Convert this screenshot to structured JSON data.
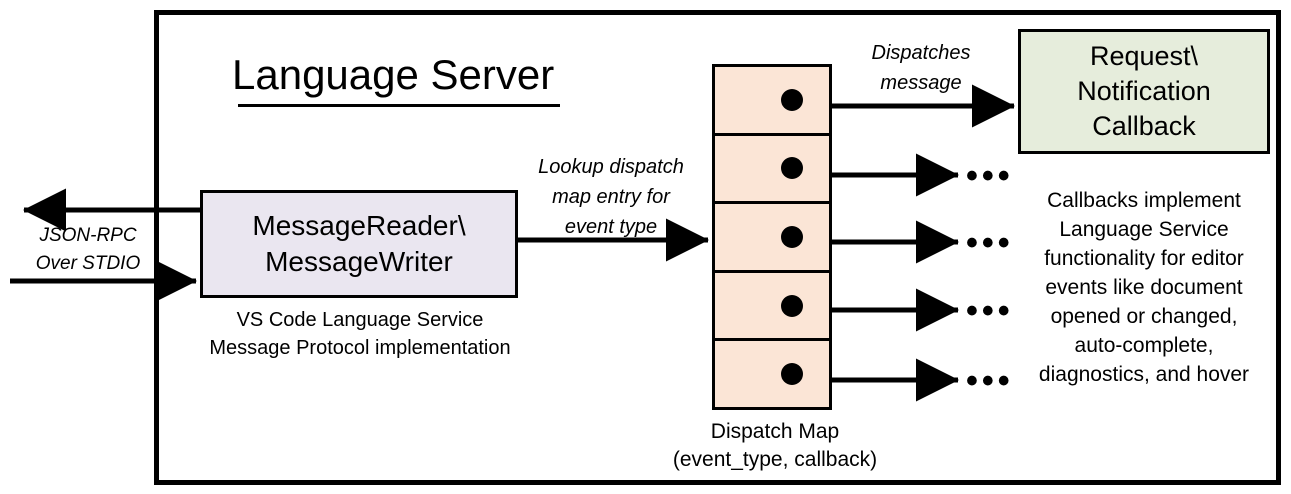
{
  "diagram": {
    "title": "Language Server",
    "outer_border_color": "#000000"
  },
  "message_reader": {
    "line1": "MessageReader\\",
    "line2": "MessageWriter",
    "caption_line1": "VS Code Language Service",
    "caption_line2": "Message Protocol implementation",
    "fill_color": "#eae6f0"
  },
  "transport": {
    "label_line1": "JSON-RPC",
    "label_line2": "Over STDIO"
  },
  "lookup_edge": {
    "label_line1": "Lookup dispatch",
    "label_line2": "map entry for",
    "label_line3": "event type"
  },
  "dispatch_edge": {
    "label_line1": "Dispatches",
    "label_line2": "message"
  },
  "dispatch_map": {
    "caption_line1": "Dispatch Map",
    "caption_line2": "(event_type, callback)",
    "fill_color": "#fbe5d6",
    "rows": [
      {
        "id": "row-1",
        "target": "callback-box"
      },
      {
        "id": "row-2",
        "target": "ellipsis"
      },
      {
        "id": "row-3",
        "target": "ellipsis"
      },
      {
        "id": "row-4",
        "target": "ellipsis"
      },
      {
        "id": "row-5",
        "target": "ellipsis"
      }
    ]
  },
  "callback": {
    "line1": "Request\\",
    "line2": "Notification",
    "line3": "Callback",
    "fill_color": "#e6eddc",
    "caption_line1": "Callbacks implement",
    "caption_line2": "Language Service",
    "caption_line3": "functionality for editor",
    "caption_line4": "events like document",
    "caption_line5": "opened or changed,",
    "caption_line6": "auto-complete,",
    "caption_line7": "diagnostics, and hover"
  },
  "ellipses": {
    "glyph": "•••"
  }
}
